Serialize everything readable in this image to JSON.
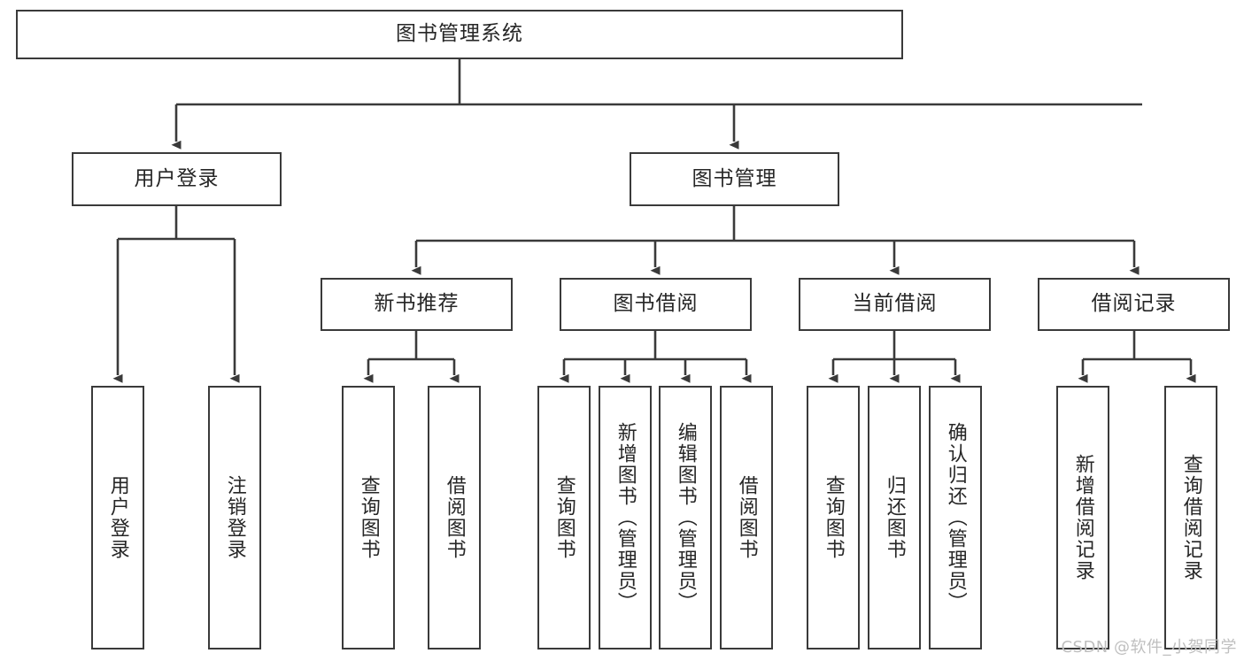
{
  "diagram": {
    "title_box": {
      "label": "图书管理系统"
    },
    "level2": [
      {
        "key": "user_login",
        "label": "用户登录"
      },
      {
        "key": "book_manage",
        "label": "图书管理"
      }
    ],
    "level3": [
      {
        "key": "new_book_rec",
        "label": "新书推荐"
      },
      {
        "key": "book_borrow",
        "label": "图书借阅"
      },
      {
        "key": "current_borrow",
        "label": "当前借阅"
      },
      {
        "key": "borrow_record",
        "label": "借阅记录"
      }
    ],
    "leaves": {
      "user_login": [
        {
          "key": "login",
          "label": "用户登录"
        },
        {
          "key": "logout",
          "label": "注销登录"
        }
      ],
      "new_book_rec": [
        {
          "key": "query_book_a",
          "label": "查询图书"
        },
        {
          "key": "borrow_book_a",
          "label": "借阅图书"
        }
      ],
      "book_borrow": [
        {
          "key": "query_book_b",
          "label": "查询图书"
        },
        {
          "key": "add_book",
          "label": "新增图书（管理员）"
        },
        {
          "key": "edit_book",
          "label": "编辑图书（管理员）"
        },
        {
          "key": "borrow_book_b",
          "label": "借阅图书"
        }
      ],
      "current_borrow": [
        {
          "key": "query_book_c",
          "label": "查询图书"
        },
        {
          "key": "return_book",
          "label": "归还图书"
        },
        {
          "key": "confirm_return",
          "label": "确认归还（管理员）"
        }
      ],
      "borrow_record": [
        {
          "key": "add_record",
          "label": "新增借阅记录"
        },
        {
          "key": "query_record",
          "label": "查询借阅记录"
        }
      ]
    }
  },
  "watermark": {
    "text": "CSDN @软件_小贺同学"
  },
  "colors": {
    "stroke": "#3a3a3a",
    "text": "#262626",
    "background": "#ffffff",
    "watermark": "#bfbfbf"
  }
}
